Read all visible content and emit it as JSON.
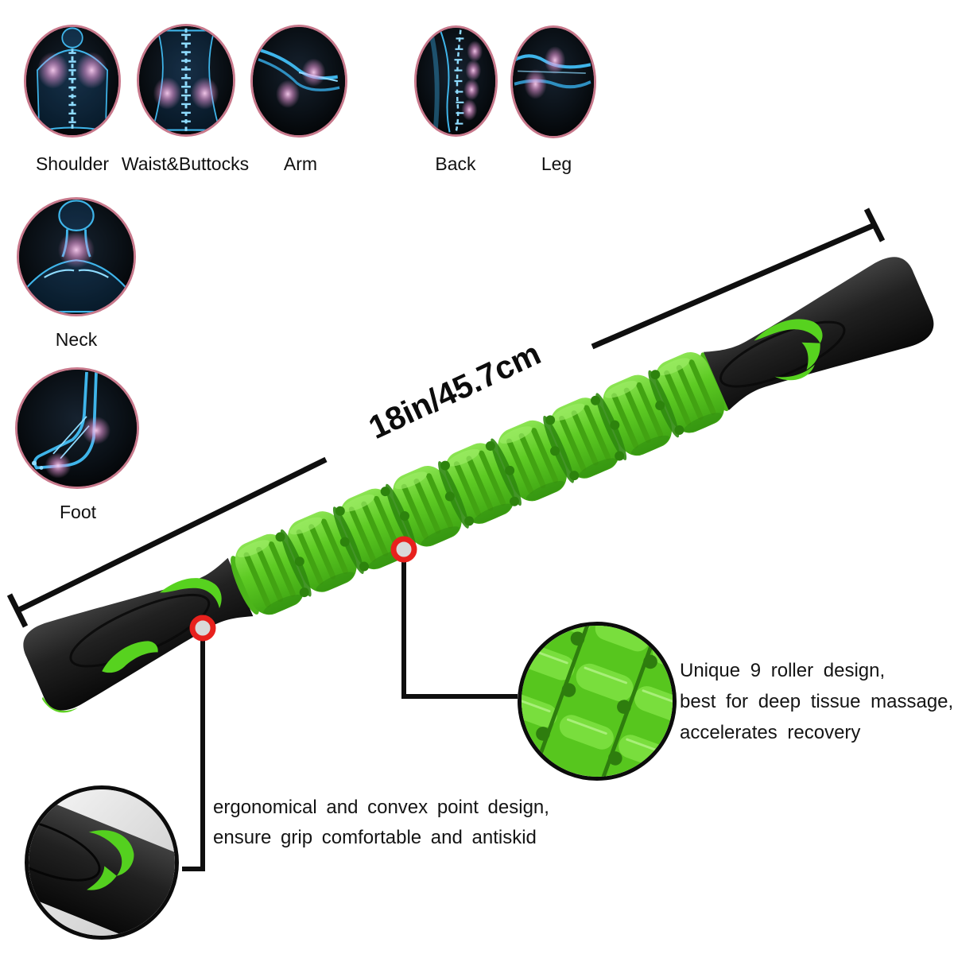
{
  "body_parts": [
    {
      "label": "Shoulder"
    },
    {
      "label": "Waist&Buttocks"
    },
    {
      "label": "Arm"
    },
    {
      "label": "Back"
    },
    {
      "label": "Leg"
    },
    {
      "label": "Neck"
    },
    {
      "label": "Foot"
    }
  ],
  "dimension": {
    "label": "18in/45.7cm"
  },
  "annotations": {
    "roller": [
      "Unique 9 roller design,",
      "best for deep tissue massage,",
      "accelerates recovery"
    ],
    "handle": [
      "ergonomical and convex point design,",
      "ensure grip comfortable and antiskid"
    ]
  },
  "product": {
    "roller_count": 9
  },
  "colors": {
    "roller_green": "#5bc722",
    "roller_green_dark": "#2e7d0e",
    "accent_green": "#57d21f",
    "handle_black": "#1a1a1a",
    "xray_border_pink": "#c8798c",
    "xray_blue": "#3fb5ea",
    "callout_red": "#e8211d",
    "text": "#141414"
  }
}
